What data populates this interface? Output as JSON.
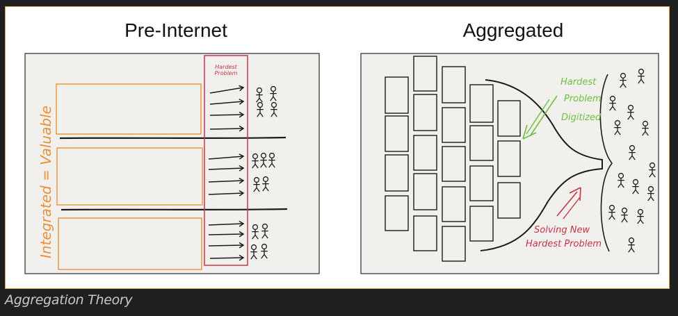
{
  "figure": {
    "left_title": "Pre-Internet",
    "right_title": "Aggregated",
    "left_panel": {
      "side_label": "Integrated = Valuable",
      "column_label_line1": "Hardest",
      "column_label_line2": "Problem"
    },
    "right_panel": {
      "annotation_top_line1": "Hardest",
      "annotation_top_line2": "Problem",
      "annotation_top_line3": "Digitized",
      "annotation_bottom_line1": "Solving New",
      "annotation_bottom_line2": "Hardest Problem"
    }
  },
  "caption": "Aggregation Theory",
  "colors": {
    "page_background": "#1e1f21",
    "frame_border": "#e9a13b",
    "panel_background": "#f1f0ec",
    "orange": "#e8913a",
    "crimson": "#c8324a",
    "green": "#6bbf3f",
    "ink": "#1a1a1a"
  }
}
